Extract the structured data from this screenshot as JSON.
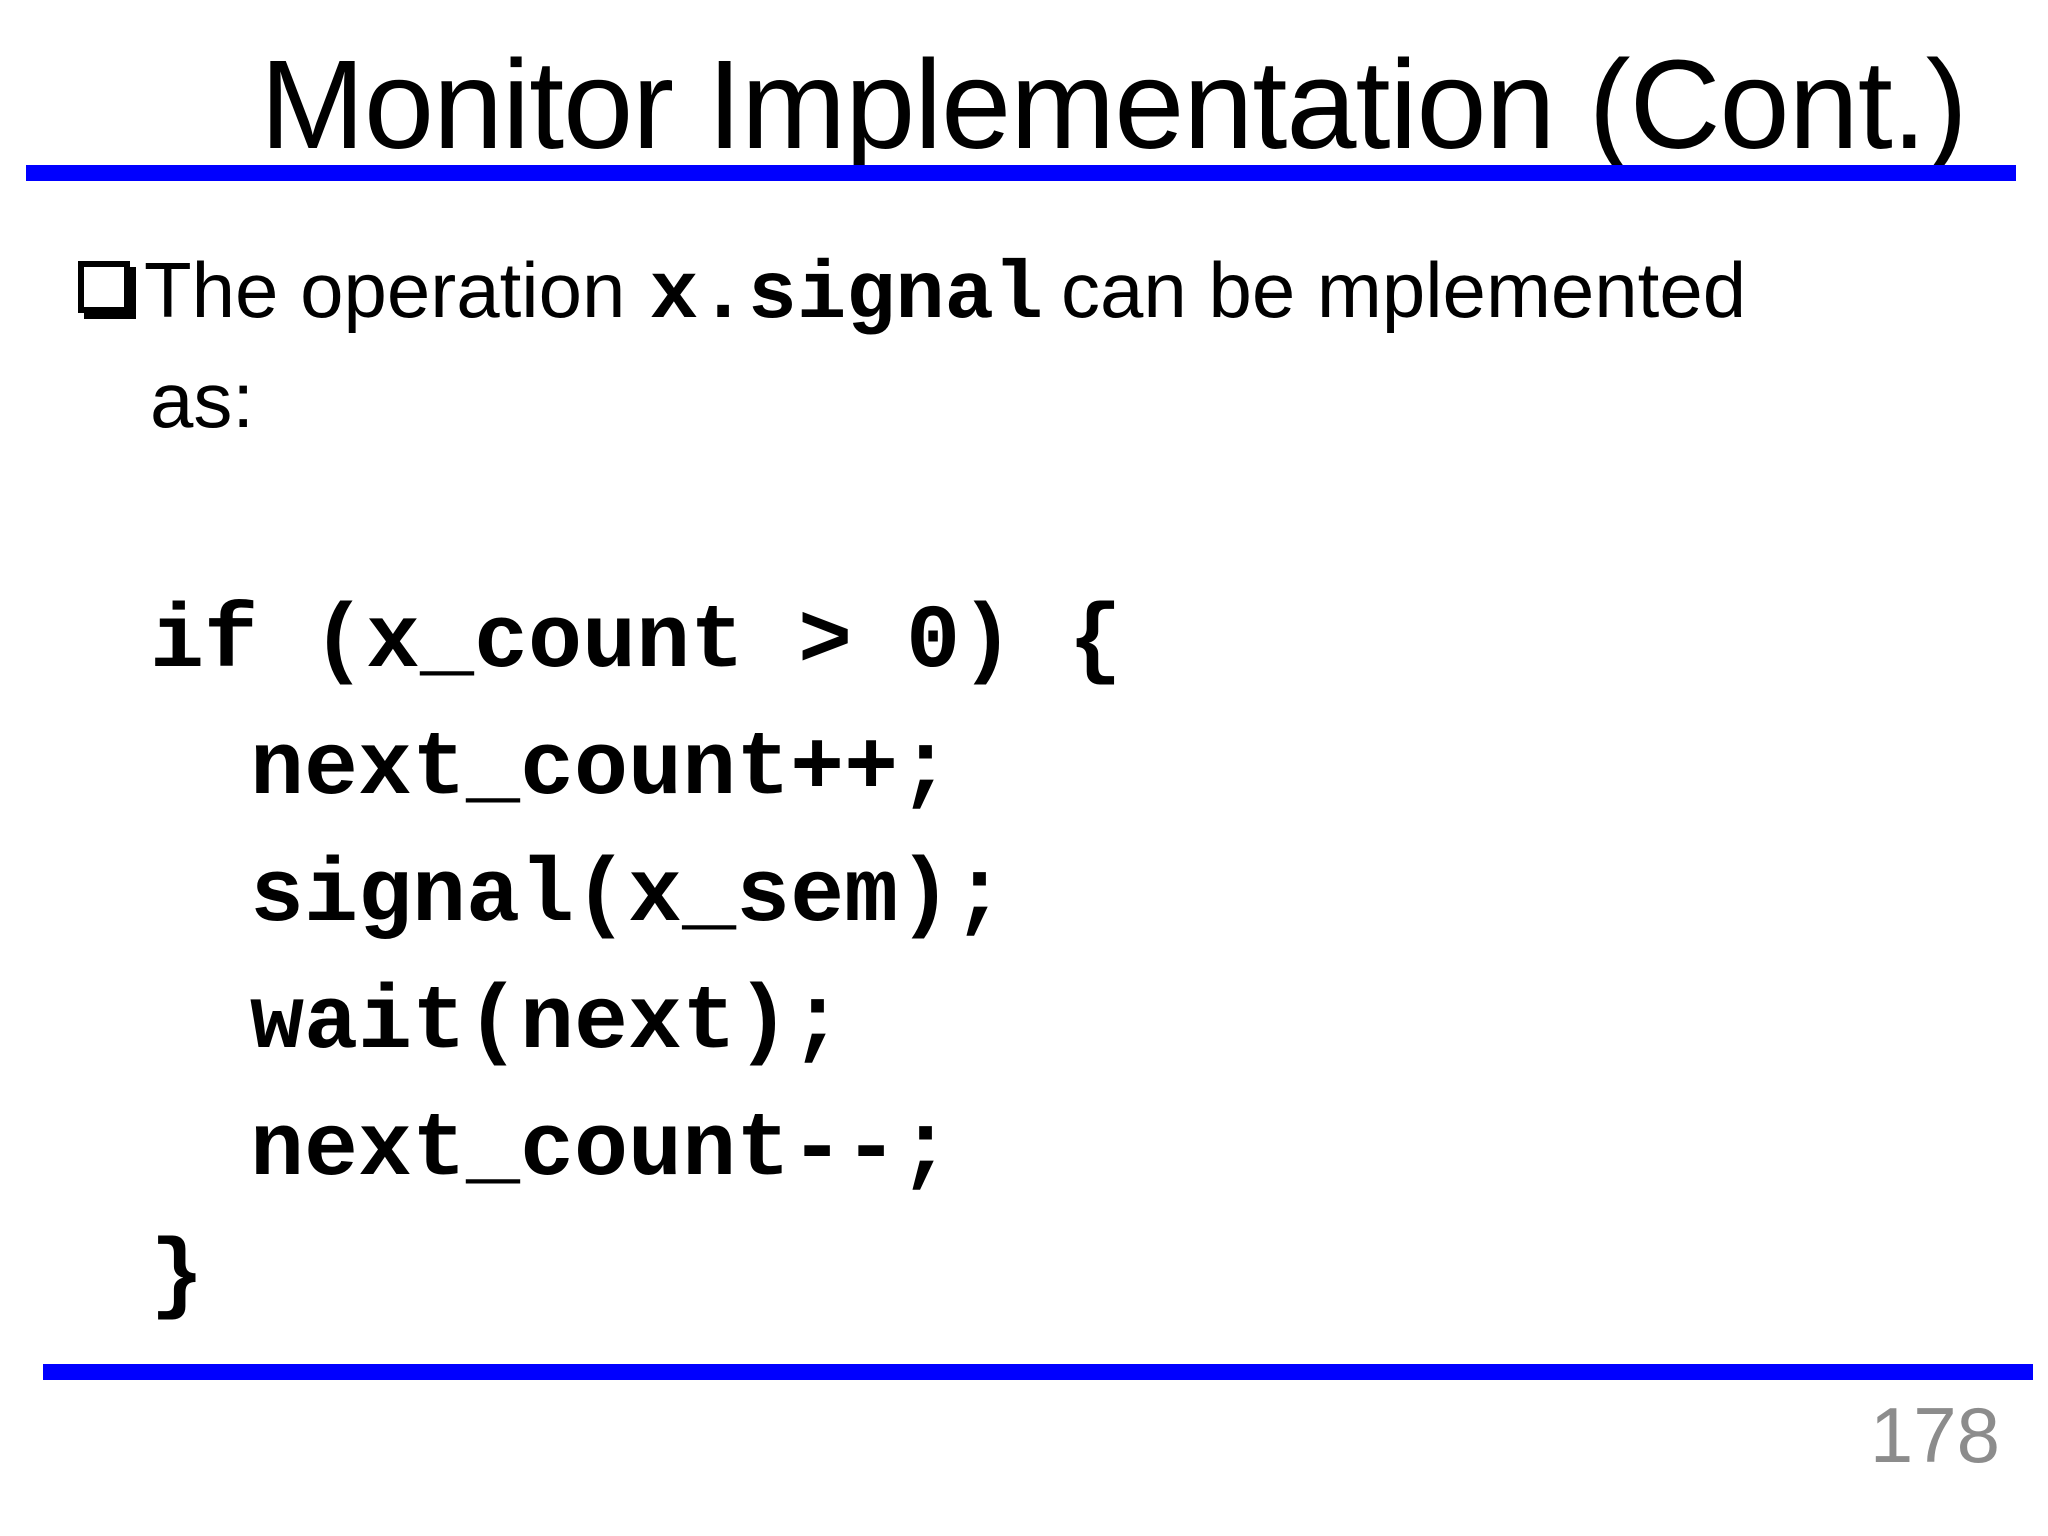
{
  "slide": {
    "title": "Monitor Implementation (Cont.)",
    "bullet": {
      "prefix": "The operation",
      "code": "x.signal",
      "suffix": "can be mplemented",
      "continuation": "as:"
    },
    "code_lines": [
      "if (x_count > 0) {",
      "next_count++;",
      "signal(x_sem);",
      "wait(next);",
      "next_count--;",
      "}"
    ],
    "page_number": "178",
    "colors": {
      "rule": "#0000ff",
      "text": "#000000",
      "page_number": "#8c8c8c"
    }
  }
}
